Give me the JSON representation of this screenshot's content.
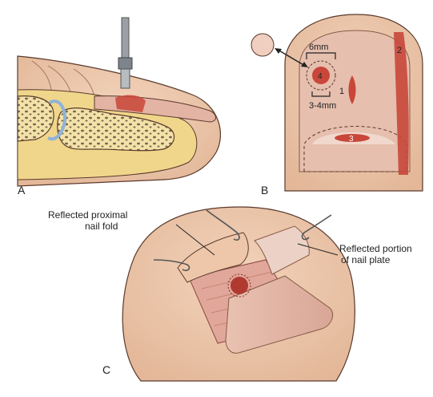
{
  "panels": {
    "a": {
      "letter": "A"
    },
    "b": {
      "letter": "B",
      "measure_top": "6mm",
      "measure_bottom": "3-4mm",
      "site_1": "1",
      "site_2": "2",
      "site_3": "3",
      "site_4": "4"
    },
    "c": {
      "letter": "C",
      "label_left_line1": "Reflected proximal",
      "label_left_line2": "nail fold",
      "label_right_line1": "Reflected portion",
      "label_right_line2": "of nail plate"
    }
  },
  "colors": {
    "skin": "#edc9ad",
    "skin_dark": "#c9937a",
    "nail": "#e2b6a6",
    "biopsy_red": "#c8473a",
    "bone": "#f3e2a8",
    "line": "#5a3a2c"
  }
}
